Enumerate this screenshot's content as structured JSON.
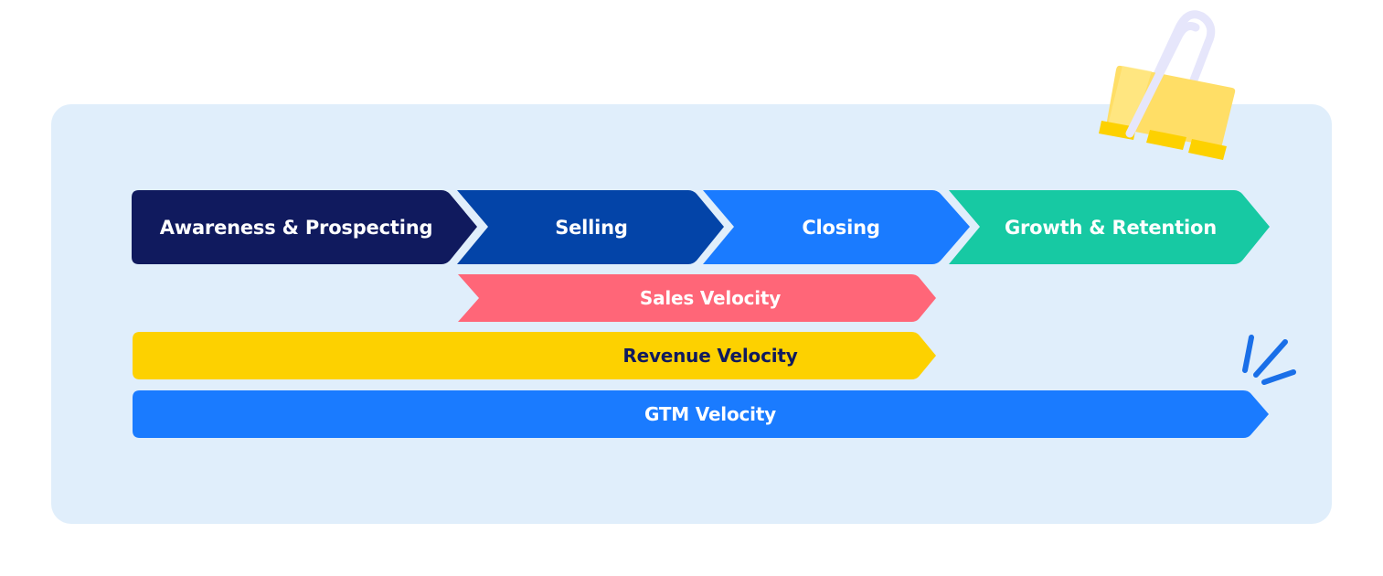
{
  "stages": [
    {
      "label": "Awareness & Prospecting",
      "color": "#101a5e",
      "text_color": "#ffffff"
    },
    {
      "label": "Selling",
      "color": "#0344a8",
      "text_color": "#ffffff"
    },
    {
      "label": "Closing",
      "color": "#1a7bff",
      "text_color": "#ffffff"
    },
    {
      "label": "Growth & Retention",
      "color": "#17c9a3",
      "text_color": "#ffffff"
    }
  ],
  "velocities": [
    {
      "label": "Sales Velocity",
      "color": "#ff6678",
      "text_color": "#ffffff"
    },
    {
      "label": "Revenue Velocity",
      "color": "#fdd100",
      "text_color": "#101a5e"
    },
    {
      "label": "GTM Velocity",
      "color": "#1a7bff",
      "text_color": "#ffffff"
    }
  ],
  "decor": {
    "clip_icon": "binder-clip-icon",
    "sparkle_icon": "sparkle-lines-icon"
  }
}
